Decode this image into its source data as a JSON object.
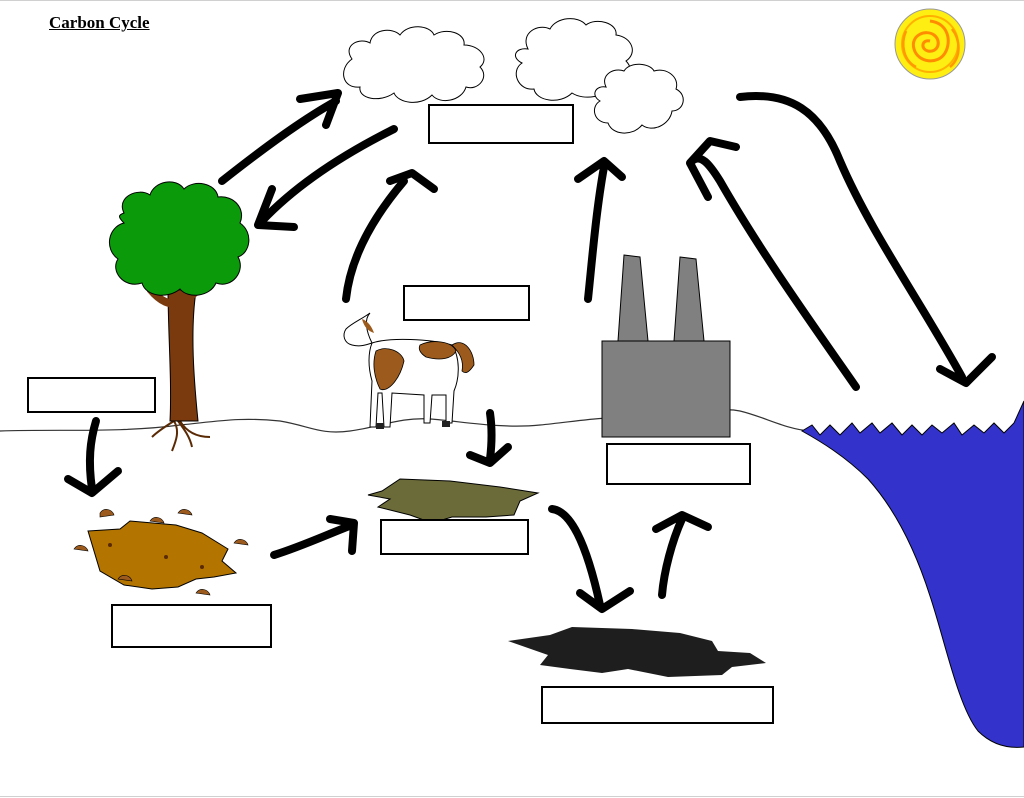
{
  "title": "Carbon Cycle",
  "colors": {
    "tree_foliage": "#0a9a0a",
    "tree_trunk": "#7a3a0e",
    "ocean": "#3333cc",
    "sun_outer": "#ffee11",
    "sun_inner": "#ff9900",
    "factory": "#808080",
    "decomposer_soil": "#b37400",
    "dead_matter": "#6b6b3a",
    "fossil_fuel": "#1e1e1e",
    "cow_patch": "#9c5a1c",
    "arrow": "#000000"
  },
  "label_boxes": [
    {
      "id": "atmosphere",
      "value": ""
    },
    {
      "id": "respiration",
      "value": ""
    },
    {
      "id": "photosynthesis",
      "value": ""
    },
    {
      "id": "combustion",
      "value": ""
    },
    {
      "id": "death",
      "value": ""
    },
    {
      "id": "decomposition",
      "value": ""
    },
    {
      "id": "dead-organisms",
      "value": ""
    },
    {
      "id": "fossil-fuels",
      "value": ""
    }
  ]
}
